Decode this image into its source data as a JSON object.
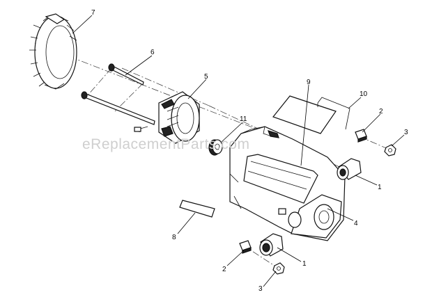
{
  "watermark": "eReplacementParts.com",
  "callouts": {
    "c1a": "1",
    "c1b": "1",
    "c2a": "2",
    "c2b": "2",
    "c3a": "3",
    "c3b": "3",
    "c4": "4",
    "c5": "5",
    "c6": "6",
    "c7": "7",
    "c8": "8",
    "c9": "9",
    "c10": "10",
    "c11": "11"
  }
}
